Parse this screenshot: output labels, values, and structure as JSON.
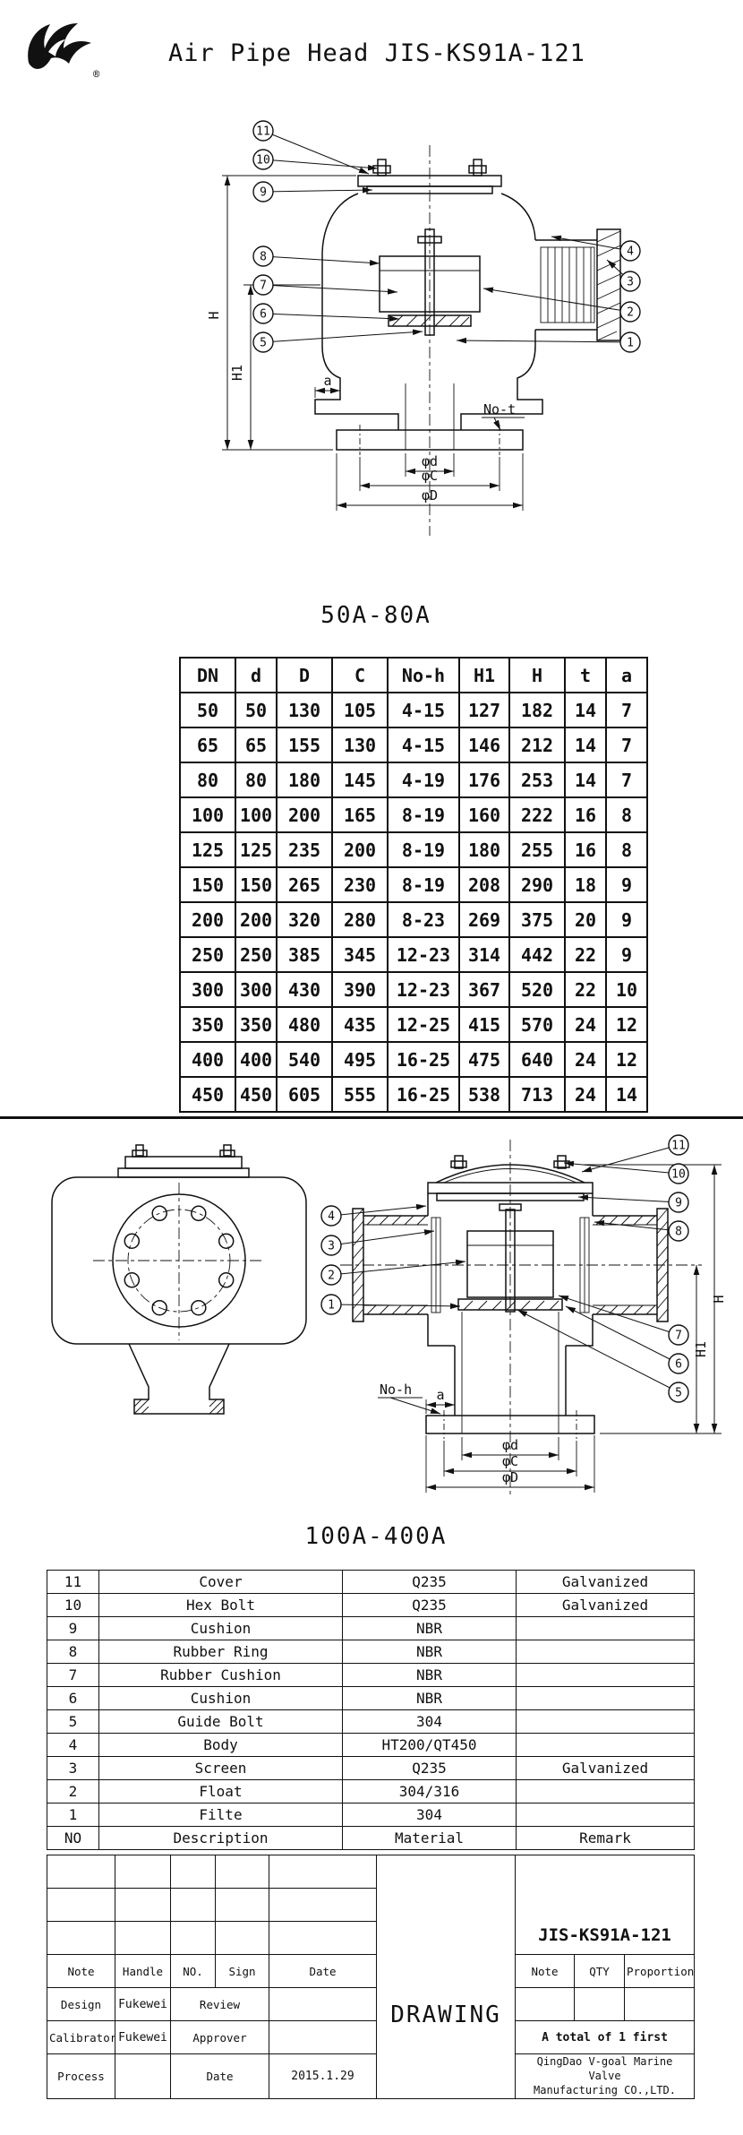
{
  "colors": {
    "ink": "#111111",
    "paper": "#ffffff"
  },
  "header": {
    "title": "Air Pipe Head JIS-KS91A-121",
    "registered_mark": "®"
  },
  "drawing_small": {
    "caption": "50A-80A",
    "callouts": [
      "11",
      "10",
      "9",
      "8",
      "7",
      "6",
      "5",
      "4",
      "3",
      "2",
      "1"
    ],
    "labels": {
      "H": "H",
      "H1": "H1",
      "a": "a",
      "no_t": "No-t",
      "phi_d": "φd",
      "phi_C": "φC",
      "phi_D": "φD"
    }
  },
  "dim_table": {
    "headers": [
      "DN",
      "d",
      "D",
      "C",
      "No-h",
      "H1",
      "H",
      "t",
      "a"
    ],
    "rows": [
      [
        "50",
        "50",
        "130",
        "105",
        "4-15",
        "127",
        "182",
        "14",
        "7"
      ],
      [
        "65",
        "65",
        "155",
        "130",
        "4-15",
        "146",
        "212",
        "14",
        "7"
      ],
      [
        "80",
        "80",
        "180",
        "145",
        "4-19",
        "176",
        "253",
        "14",
        "7"
      ],
      [
        "100",
        "100",
        "200",
        "165",
        "8-19",
        "160",
        "222",
        "16",
        "8"
      ],
      [
        "125",
        "125",
        "235",
        "200",
        "8-19",
        "180",
        "255",
        "16",
        "8"
      ],
      [
        "150",
        "150",
        "265",
        "230",
        "8-19",
        "208",
        "290",
        "18",
        "9"
      ],
      [
        "200",
        "200",
        "320",
        "280",
        "8-23",
        "269",
        "375",
        "20",
        "9"
      ],
      [
        "250",
        "250",
        "385",
        "345",
        "12-23",
        "314",
        "442",
        "22",
        "9"
      ],
      [
        "300",
        "300",
        "430",
        "390",
        "12-23",
        "367",
        "520",
        "22",
        "10"
      ],
      [
        "350",
        "350",
        "480",
        "435",
        "12-25",
        "415",
        "570",
        "24",
        "12"
      ],
      [
        "400",
        "400",
        "540",
        "495",
        "16-25",
        "475",
        "640",
        "24",
        "12"
      ],
      [
        "450",
        "450",
        "605",
        "555",
        "16-25",
        "538",
        "713",
        "24",
        "14"
      ]
    ]
  },
  "drawing_large": {
    "caption": "100A-400A",
    "callouts": [
      "11",
      "10",
      "9",
      "8",
      "7",
      "6",
      "5",
      "4",
      "3",
      "2",
      "1"
    ],
    "labels": {
      "H": "H",
      "H1": "H1",
      "a": "a",
      "no_h": "No-h",
      "phi_d": "φd",
      "phi_C": "φC",
      "phi_D": "φD"
    }
  },
  "parts_table": {
    "rows": [
      [
        "11",
        "Cover",
        "Q235",
        "Galvanized"
      ],
      [
        "10",
        "Hex Bolt",
        "Q235",
        "Galvanized"
      ],
      [
        "9",
        "Cushion",
        "NBR",
        ""
      ],
      [
        "8",
        "Rubber Ring",
        "NBR",
        ""
      ],
      [
        "7",
        "Rubber Cushion",
        "NBR",
        ""
      ],
      [
        "6",
        "Cushion",
        "NBR",
        ""
      ],
      [
        "5",
        "Guide Bolt",
        "304",
        ""
      ],
      [
        "4",
        "Body",
        "HT200/QT450",
        ""
      ],
      [
        "3",
        "Screen",
        "Q235",
        "Galvanized"
      ],
      [
        "2",
        "Float",
        "304/316",
        ""
      ],
      [
        "1",
        "Filte",
        "304",
        ""
      ]
    ],
    "footer": [
      "NO",
      "Description",
      "Material",
      "Remark"
    ]
  },
  "title_block": {
    "drawing_no": "JIS-KS91A-121",
    "drawing_word": "DRAWING",
    "header_row": [
      "Note",
      "Handle",
      "NO.",
      "Sign",
      "Date"
    ],
    "design_label": "Design",
    "design_name": "Fukewei",
    "review_label": "Review",
    "calibrator_label": "Calibrator",
    "calibrator_name": "Fukewei",
    "approver_label": "Approver",
    "process_label": "Process",
    "date_label": "Date",
    "date_value": "2015.1.29",
    "qty_row": [
      "Note",
      "QTY",
      "Proportion"
    ],
    "total_note": "A total of 1 first",
    "company_line1": "QingDao V-goal Marine Valve",
    "company_line2": "Manufacturing CO.,LTD."
  }
}
